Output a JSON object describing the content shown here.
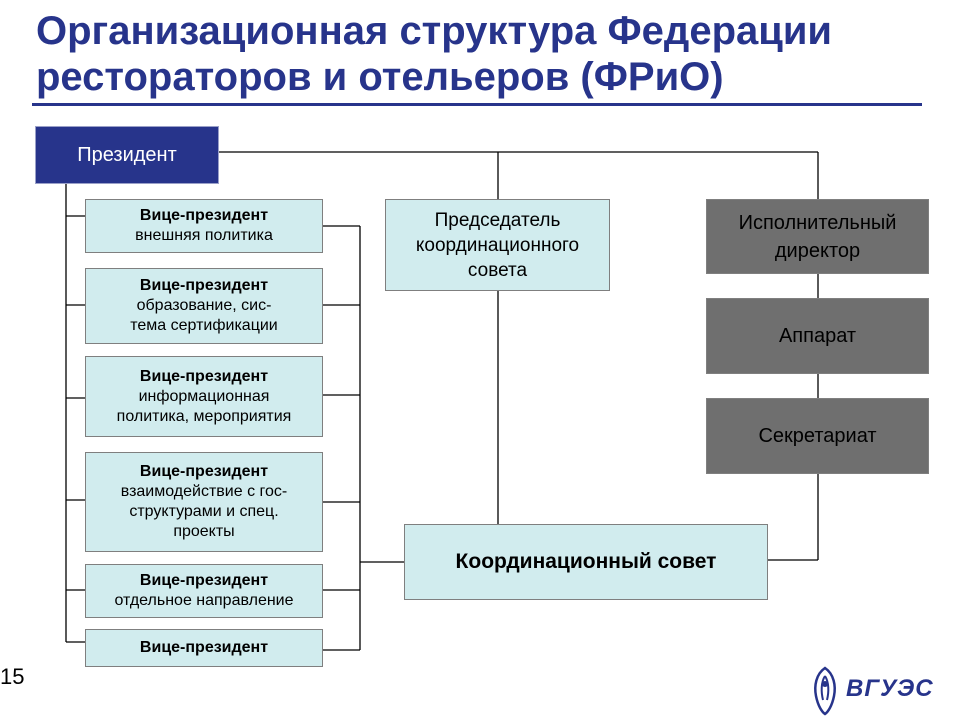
{
  "title": "Организационная структура Федерации рестораторов и отельеров (ФРиО)",
  "president": "Президент",
  "vice_presidents": [
    {
      "head": "Вице-президент",
      "lines": [
        "внешняя политика"
      ]
    },
    {
      "head": "Вице-президент",
      "lines": [
        "образование, сис-",
        "тема сертификации"
      ]
    },
    {
      "head": "Вице-президент",
      "lines": [
        "информационная",
        "политика, мероприятия"
      ]
    },
    {
      "head": "Вице-президент",
      "lines": [
        "взаимодействие с гос-",
        "структурами и спец.",
        "проекты"
      ]
    },
    {
      "head": "Вице-президент",
      "lines": [
        "отдельное направление"
      ]
    },
    {
      "head": "Вице-президент",
      "lines": []
    }
  ],
  "chairman": [
    "Председатель",
    "координационного",
    "совета"
  ],
  "exec_director": [
    "Исполнительный",
    "директор"
  ],
  "apparatus": "Аппарат",
  "secretariat": "Секретариат",
  "council": "Координационный совет",
  "slide_number": "15",
  "logo_text": "ВГУЭС",
  "colors": {
    "accent": "#27348b",
    "box_fill": "#d1ecee",
    "grey_fill": "#6f6f6f"
  }
}
